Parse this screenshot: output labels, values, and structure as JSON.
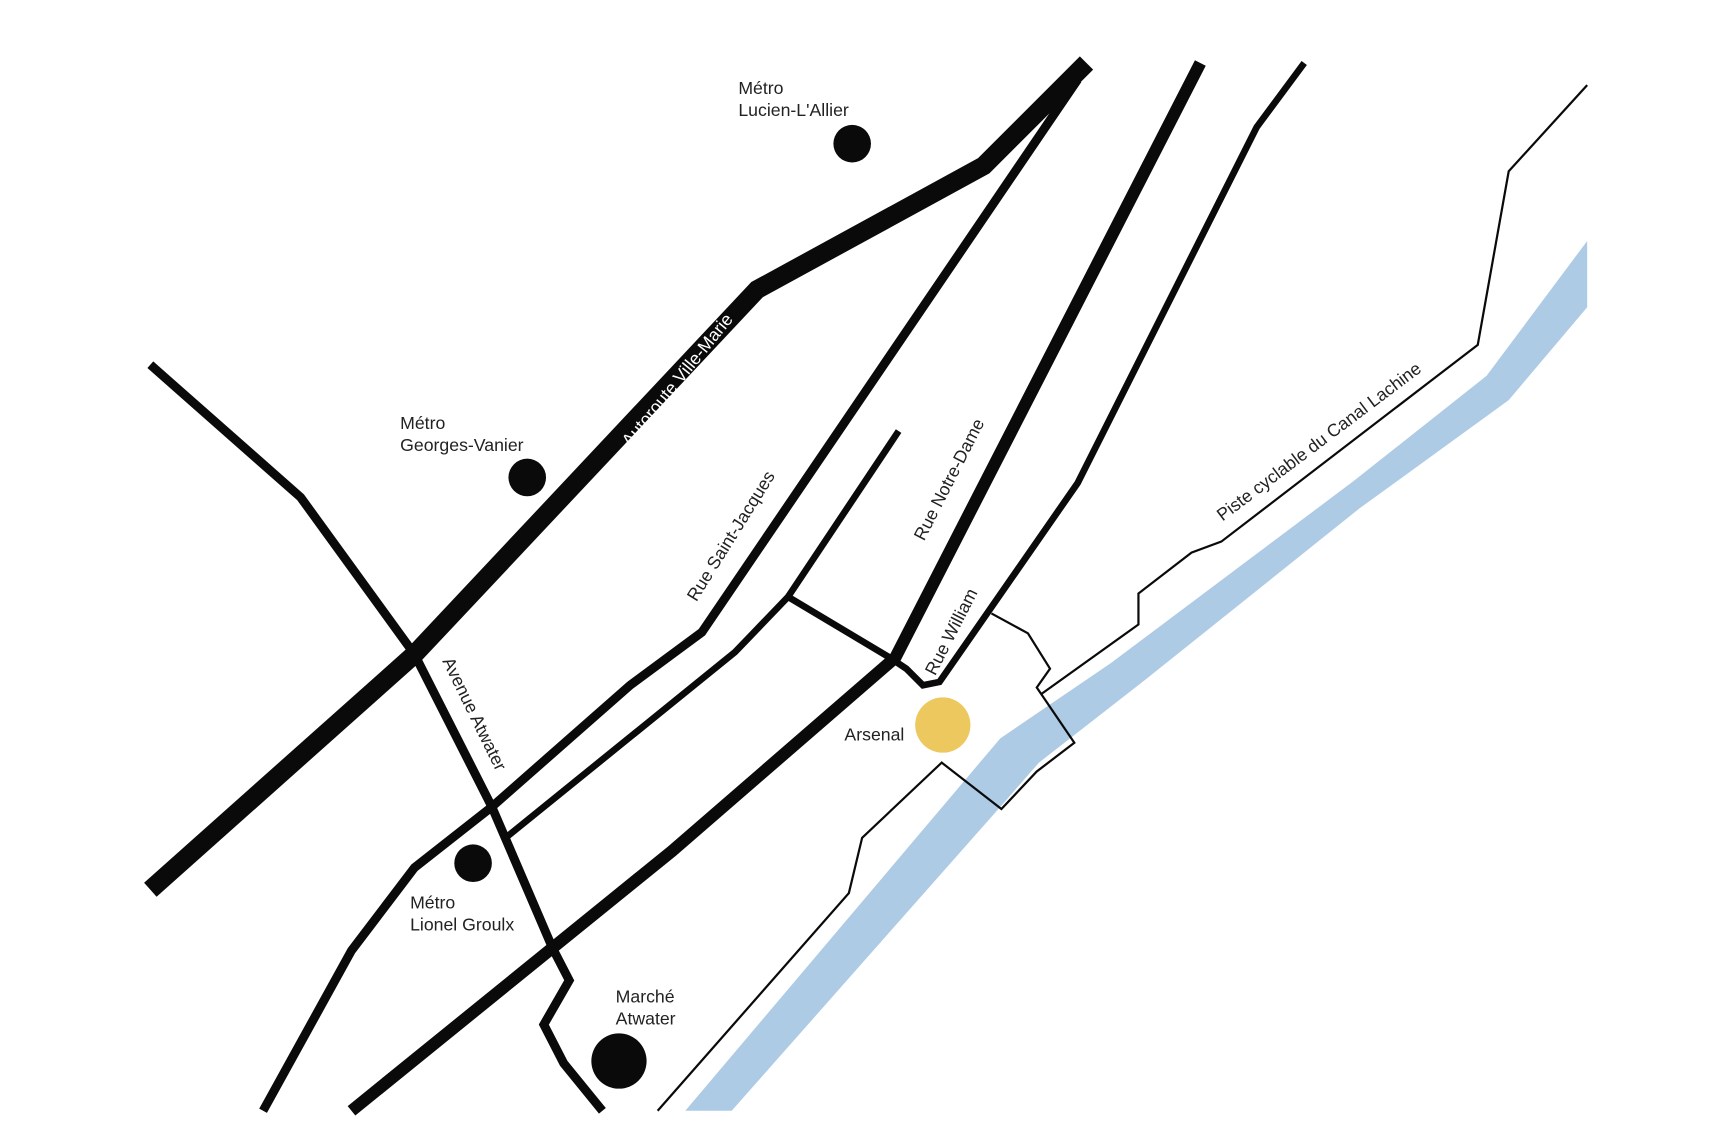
{
  "colors": {
    "road": "#0a0a0a",
    "canal": "#aecbe5",
    "arsenal": "#edc85e",
    "metro": "#0a0a0a"
  },
  "streets": {
    "autoroute": "Autoroute Ville-Marie",
    "saint_jacques": "Rue Saint-Jacques",
    "notre_dame": "Rue Notre-Dame",
    "william": "Rue William",
    "atwater": "Avenue Atwater",
    "cycle_path": "Piste cyclable du Canal Lachine"
  },
  "places": {
    "lucien": {
      "line1": "Métro",
      "line2": "Lucien-L'Allier"
    },
    "georges": {
      "line1": "Métro",
      "line2": "Georges-Vanier"
    },
    "lionel": {
      "line1": "Métro",
      "line2": "Lionel Groulx"
    },
    "marche": {
      "line1": "Marché",
      "line2": "Atwater"
    },
    "arsenal": "Arsenal"
  }
}
